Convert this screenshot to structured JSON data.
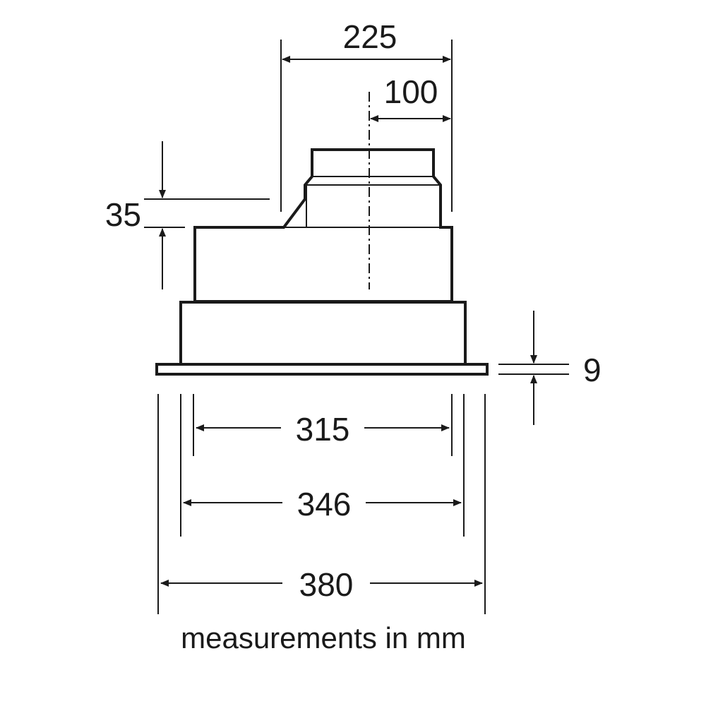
{
  "dimensions": {
    "top_width": "225",
    "spigot_offset": "100",
    "step_height": "35",
    "flange_thickness": "9",
    "inner_width": "315",
    "body_width": "346",
    "flange_width": "380"
  },
  "note": "measurements in mm"
}
